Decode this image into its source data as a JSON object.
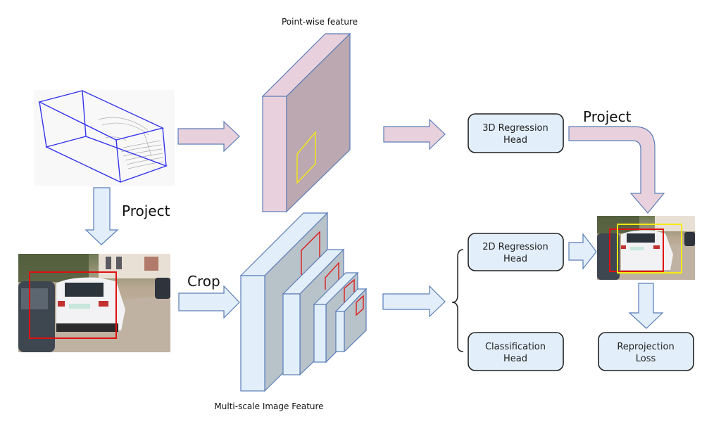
{
  "labels": {
    "point_wise_feature": "Point-wise feature",
    "multi_scale_image_feature": "Multi-scale Image Feature",
    "project_left": "Project",
    "project_right": "Project",
    "crop": "Crop"
  },
  "boxes": {
    "regression_3d": {
      "line1": "3D Regression",
      "line2": "Head"
    },
    "regression_2d": {
      "line1": "2D Regression",
      "line2": "Head"
    },
    "classification": {
      "line1": "Classification",
      "line2": "Head"
    },
    "reprojection_loss": {
      "line1": "Reprojection",
      "line2": "Loss"
    }
  },
  "colors": {
    "pink_fill": "#e8d1dc",
    "pink_face": "#bba8b0",
    "blue_fill": "#e2eef9",
    "blue_face": "#b8c2c9",
    "stroke_blue": "#5b7db8",
    "bbox_blue": "#3333ee",
    "red_box": "#e01010",
    "yellow_box": "#f5ea10",
    "box_border": "#222222"
  }
}
